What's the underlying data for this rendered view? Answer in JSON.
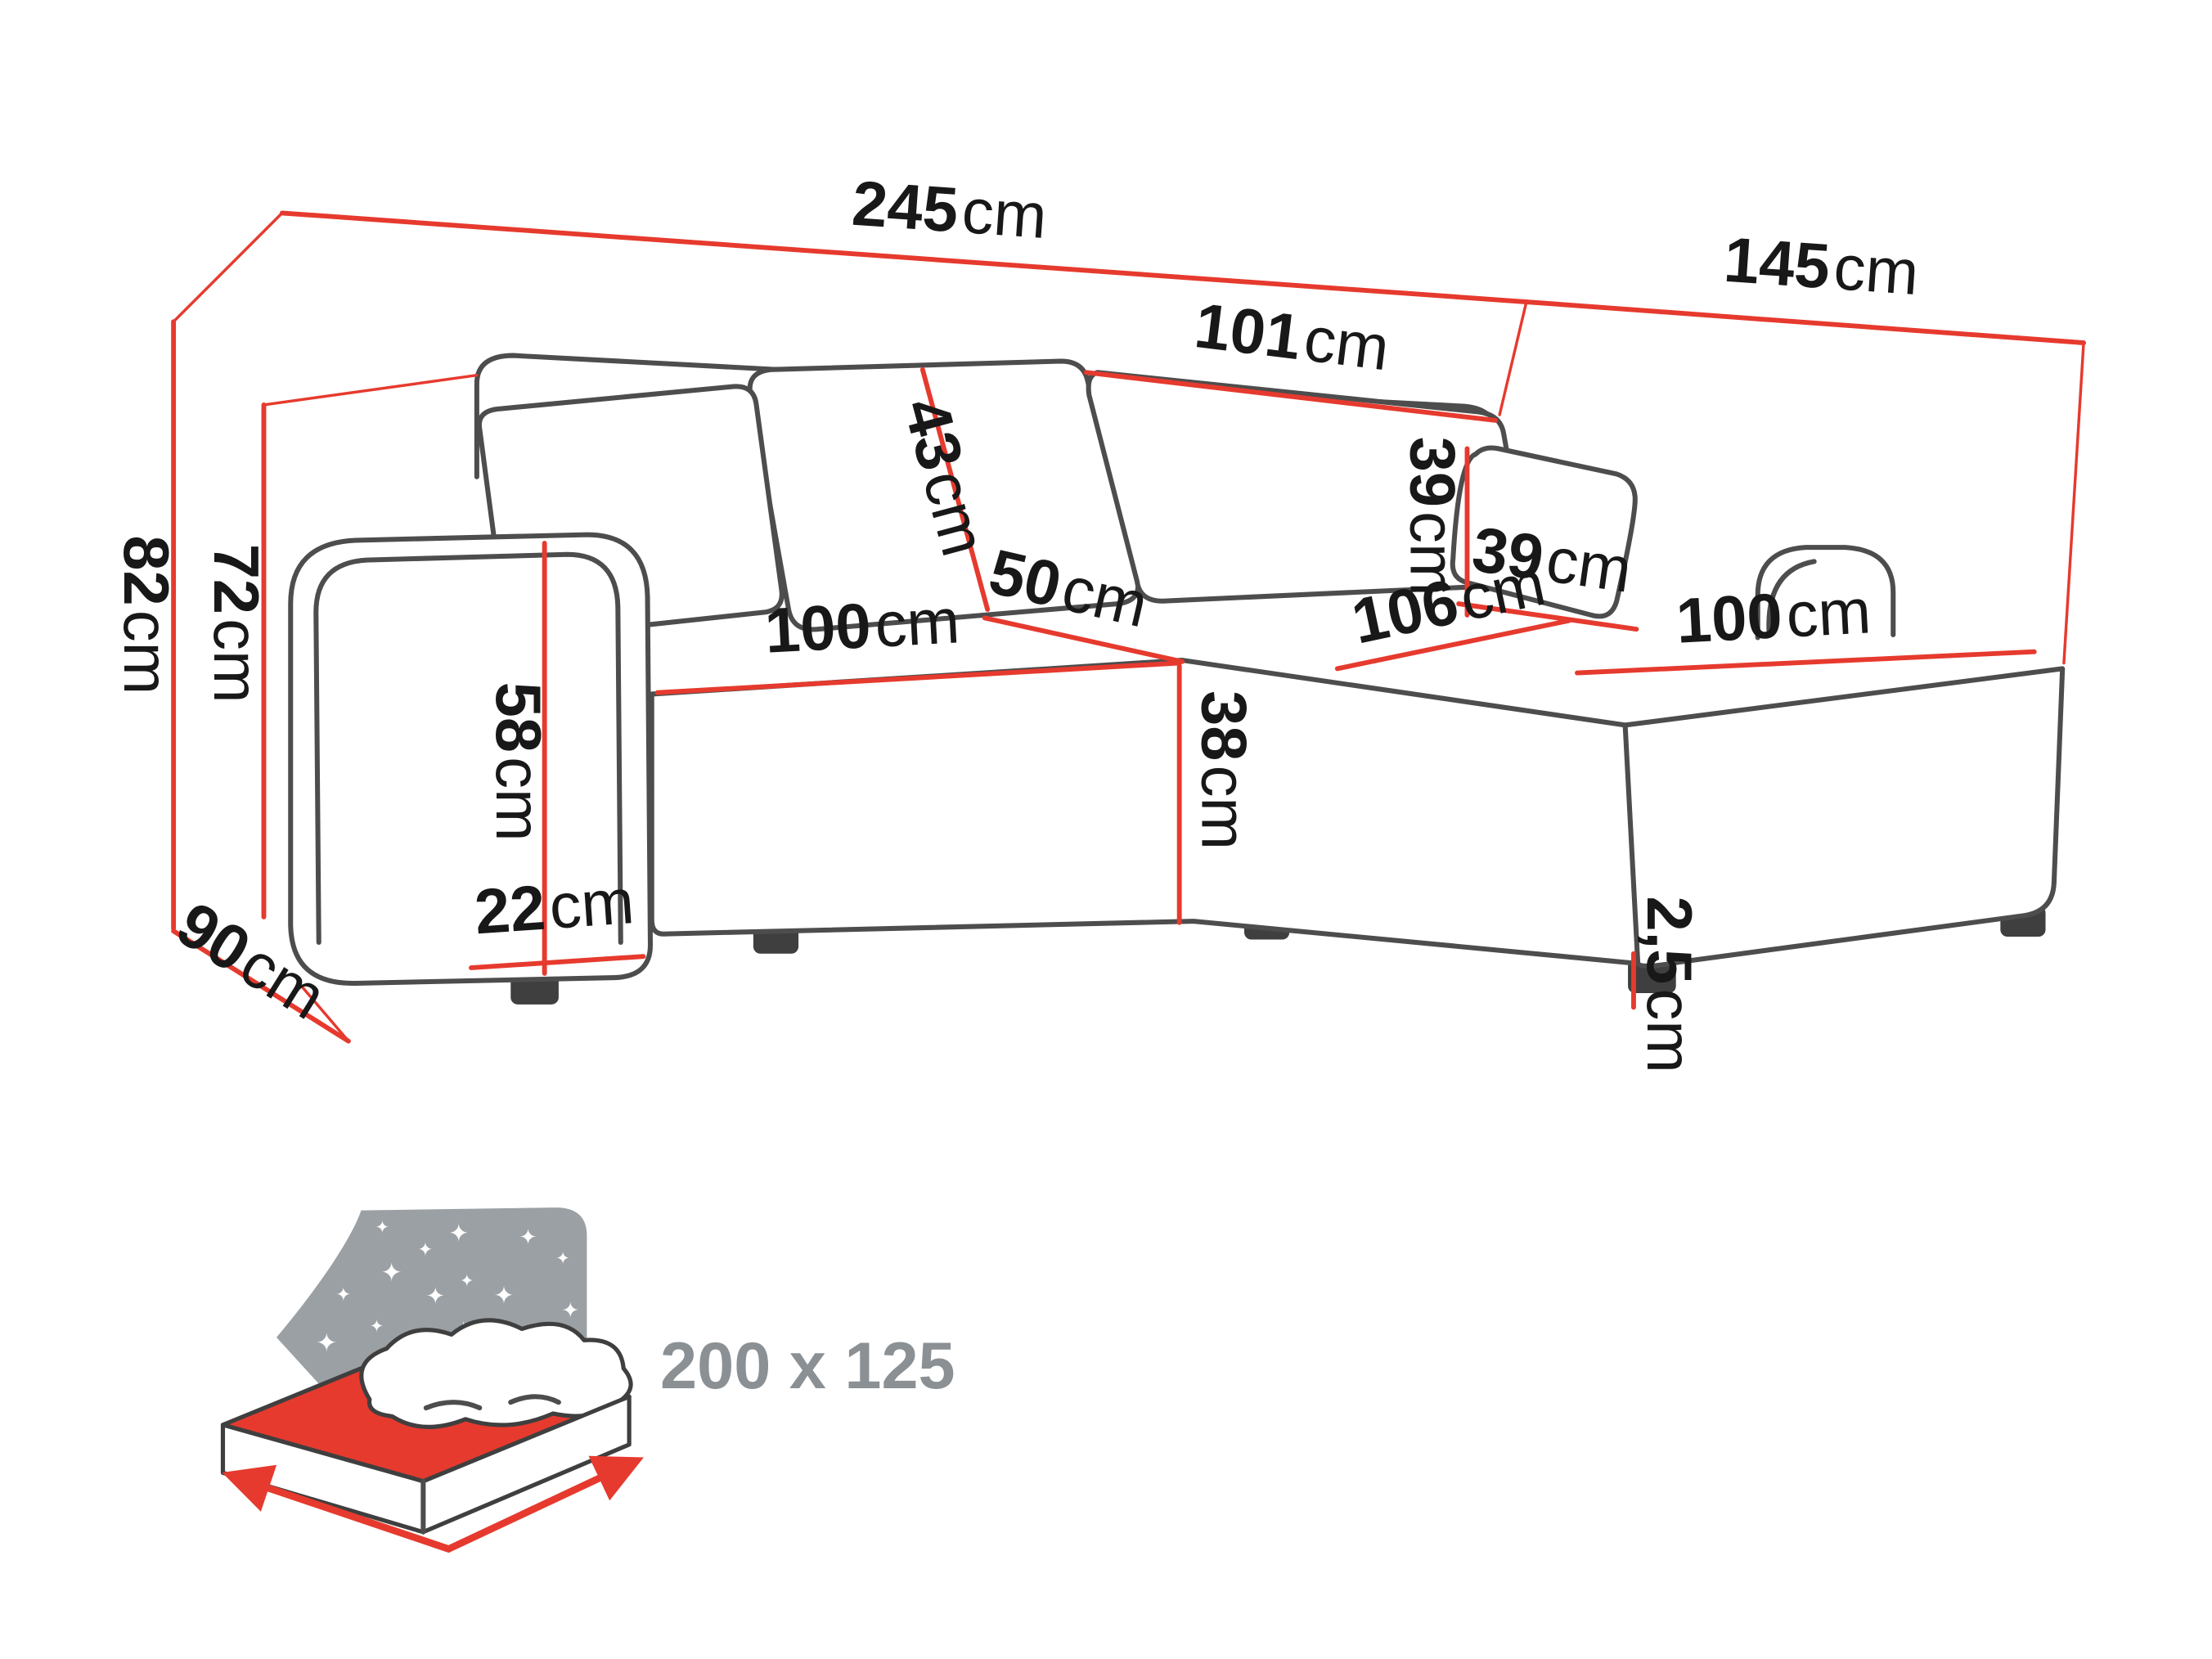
{
  "diagram": {
    "type": "furniture-dimension-diagram",
    "subject": "corner sofa with chaise longue",
    "accent_color": "#e63a2e",
    "outline_color": "#4d4d4d",
    "text_color": "#181818",
    "muted_text_color": "#8a9093",
    "background": "#ffffff"
  },
  "dimensions": {
    "overall_width": {
      "value": "245",
      "unit": "cm"
    },
    "overall_depth": {
      "value": "145",
      "unit": "cm"
    },
    "back_section_width": {
      "value": "101",
      "unit": "cm"
    },
    "backrest_height": {
      "value": "43",
      "unit": "cm"
    },
    "pillow_height": {
      "value": "39",
      "unit": "cm"
    },
    "pillow_width": {
      "value": "39",
      "unit": "cm"
    },
    "seat_depth": {
      "value": "50",
      "unit": "cm"
    },
    "seat_width": {
      "value": "100",
      "unit": "cm"
    },
    "chaise_length": {
      "value": "106",
      "unit": "cm"
    },
    "chaise_width": {
      "value": "100",
      "unit": "cm"
    },
    "overall_height": {
      "value": "82",
      "unit": "cm"
    },
    "back_height": {
      "value": "72",
      "unit": "cm"
    },
    "armrest_height": {
      "value": "58",
      "unit": "cm"
    },
    "armrest_width": {
      "value": "22",
      "unit": "cm"
    },
    "end_depth": {
      "value": "90",
      "unit": "cm"
    },
    "seat_height": {
      "value": "38",
      "unit": "cm"
    },
    "leg_height": {
      "value": "2,5",
      "unit": "cm"
    }
  },
  "sleeping_area": {
    "label": "200 x 125"
  }
}
